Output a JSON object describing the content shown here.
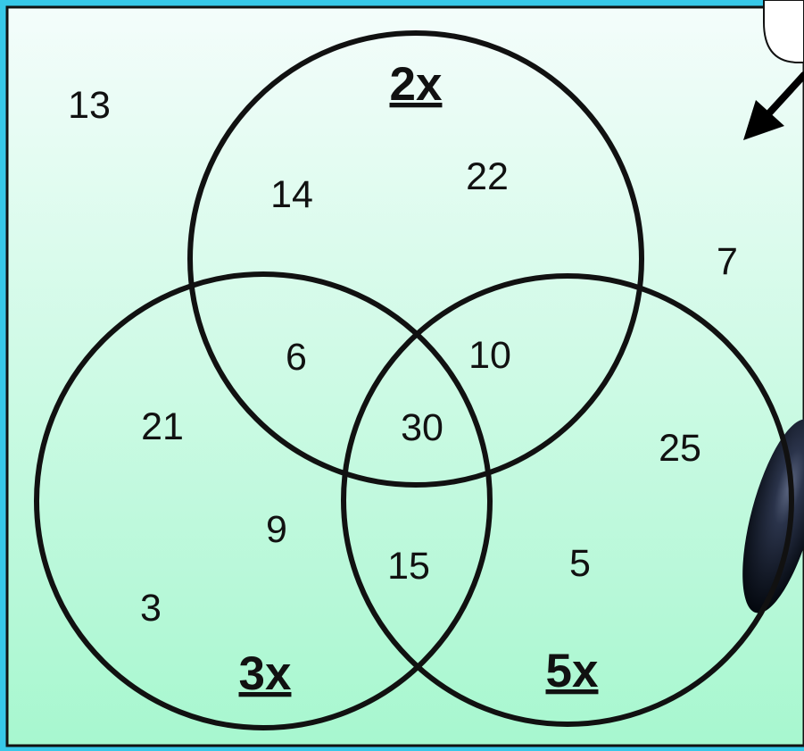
{
  "colors": {
    "outer_border": "#37c8e8",
    "panel_top": "#f2fcfa",
    "panel_bottom": "#a7f7cf",
    "stroke": "#111111",
    "shadow_shape": "#0a1120"
  },
  "sets": {
    "top": "2x",
    "left": "3x",
    "right": "5x"
  },
  "regions": {
    "outside_top_left": "13",
    "outside_right": "7",
    "top_only_left": "14",
    "top_only_right": "22",
    "top_left": "6",
    "top_right": "10",
    "center": "30",
    "left_only_upper": "21",
    "left_only_middle": "9",
    "left_only_lower": "3",
    "left_right": "15",
    "right_only_upper": "25",
    "right_only_lower": "5"
  },
  "decorations": {
    "arrow_icon": "arrow-down-left-icon",
    "callout_icon": "speech-bubble-icon",
    "shadow_icon": "dark-oval-shape"
  }
}
